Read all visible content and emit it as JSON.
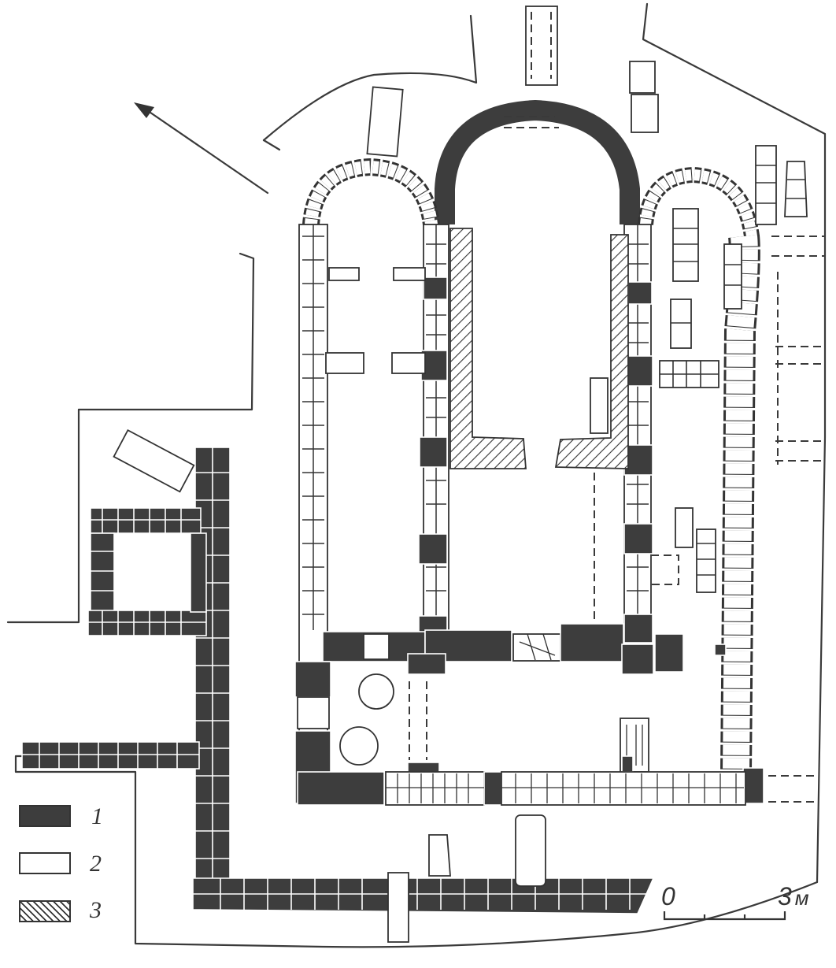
{
  "figure": {
    "type": "archaeological-ground-plan",
    "subject": "church foundations (three-apse plan) with surrounding walls and graves"
  },
  "legend": {
    "items": [
      {
        "key": "1",
        "swatch": "dark-fill",
        "color": "#3d3d3d"
      },
      {
        "key": "2",
        "swatch": "outline",
        "color": "#ffffff"
      },
      {
        "key": "3",
        "swatch": "hatched",
        "color": "#333333"
      }
    ]
  },
  "scale_bar": {
    "start_label": "0",
    "end_label": "3",
    "unit": "м",
    "ticks": 4
  },
  "north_arrow": {
    "icon": "direction-arrow",
    "direction": "upper-left"
  },
  "colors": {
    "ink": "#333333",
    "masonry_dark": "#3d3d3d",
    "paper": "#ffffff"
  }
}
